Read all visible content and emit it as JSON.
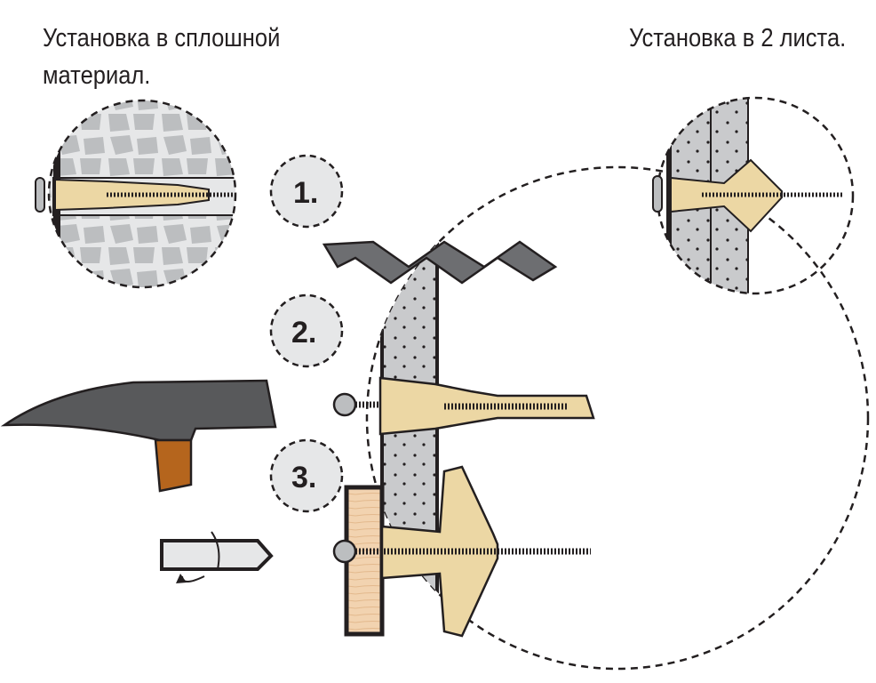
{
  "captions": {
    "solid": "Установка в сплошной материал.",
    "sheets": "Установка в 2 листа."
  },
  "steps": [
    "1.",
    "2.",
    "3."
  ],
  "colors": {
    "outline": "#231f20",
    "wall": "#c9cacc",
    "dowel": "#ecd7a4",
    "wood": "#f2d3b0",
    "metal": "#6d6e71",
    "handle": "#b5651d"
  }
}
